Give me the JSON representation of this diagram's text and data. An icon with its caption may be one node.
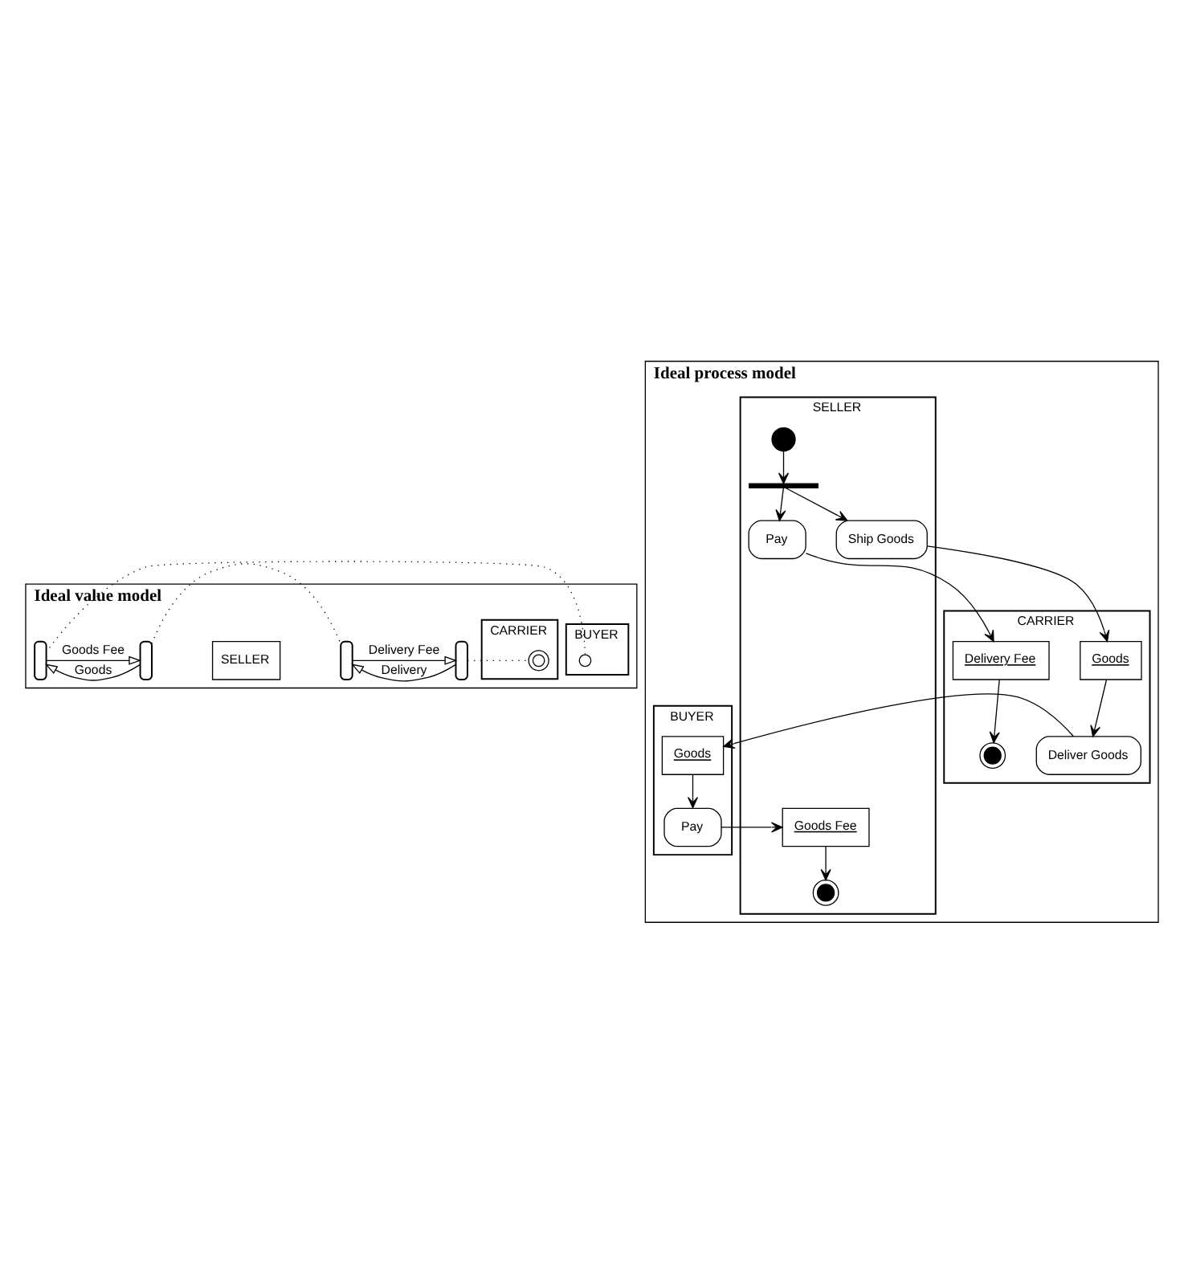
{
  "diagram": {
    "nodes": [
      {
        "text": [
          "Ideal value model"
        ]
      },
      {
        "text": [
          "BUYER"
        ],
        "in": 0
      },
      {
        "text": [],
        "shape": "circle",
        "in": 1
      },
      {
        "text": [],
        "shape": "box",
        "in": 0
      },
      {
        "text": [
          "SELLER"
        ],
        "in": 0
      },
      {
        "text": [],
        "shape": "box",
        "in": 0
      },
      {
        "text": [],
        "shape": "box",
        "in": 0
      },
      {
        "text": [
          "CARRIER"
        ],
        "in": 0
      },
      {
        "text": [],
        "shape": "box",
        "in": 0
      },
      {
        "text": [],
        "shape": "circle",
        "in": 7
      },
      {
        "text": [
          "Ideal process model"
        ]
      },
      {
        "text": [
          "BUYER"
        ],
        "in": 10
      },
      {
        "text": [
          "SELLER"
        ],
        "in": 10
      },
      {
        "text": [
          "CARRIER"
        ],
        "in": 10
      },
      {
        "text": [],
        "shape": "circle",
        "in": 12
      },
      {
        "text": [],
        "shape": "bar",
        "in": 12
      },
      {
        "text": [
          "Pay"
        ],
        "in": 12
      },
      {
        "text": [
          "Ship Goods"
        ],
        "in": 12
      },
      {
        "text": [
          "Delivery Fee"
        ],
        "in": 13
      },
      {
        "text": [],
        "shape": "circle",
        "in": 13
      },
      {
        "text": [
          "Goods"
        ],
        "in": 13
      },
      {
        "text": [
          "Deliver Goods"
        ],
        "in": 13
      },
      {
        "text": [
          "Goods"
        ],
        "in": 11
      },
      {
        "text": [
          "Pay"
        ],
        "in": 11
      },
      {
        "text": [
          "Goods Fee"
        ],
        "in": 12
      },
      {
        "text": [],
        "shape": "circle",
        "in": 12
      }
    ],
    "edges": [
      {
        "from": 2,
        "to": 3,
        "arrow": "none",
        "style": "dashed"
      },
      {
        "from": 3,
        "to": 5,
        "arrow": "to",
        "label": "Goods Fee"
      },
      {
        "from": 5,
        "to": 3,
        "arrow": "to",
        "label": "Goods"
      },
      {
        "from": 5,
        "to": 6,
        "arrow": "none",
        "style": "dashed"
      },
      {
        "from": 6,
        "to": 8,
        "arrow": "to",
        "label": "Delivery Fee"
      },
      {
        "from": 8,
        "to": 6,
        "arrow": "to",
        "label": "Delivery"
      },
      {
        "from": 8,
        "to": 9,
        "arrow": "none",
        "style": "dashed"
      },
      {
        "from": 14,
        "to": 15,
        "arrow": "to"
      },
      {
        "from": 15,
        "to": 16,
        "arrow": "to"
      },
      {
        "from": 15,
        "to": 17,
        "arrow": "to"
      },
      {
        "from": 16,
        "to": 18,
        "arrow": "to"
      },
      {
        "from": 18,
        "to": 19,
        "arrow": "to"
      },
      {
        "from": 17,
        "to": 20,
        "arrow": "to"
      },
      {
        "from": 20,
        "to": 21,
        "arrow": "to"
      },
      {
        "from": 21,
        "to": 22,
        "arrow": "to"
      },
      {
        "from": 22,
        "to": 23,
        "arrow": "to"
      },
      {
        "from": 23,
        "to": 24,
        "arrow": "to"
      },
      {
        "from": 24,
        "to": 25,
        "arrow": "to"
      }
    ]
  }
}
